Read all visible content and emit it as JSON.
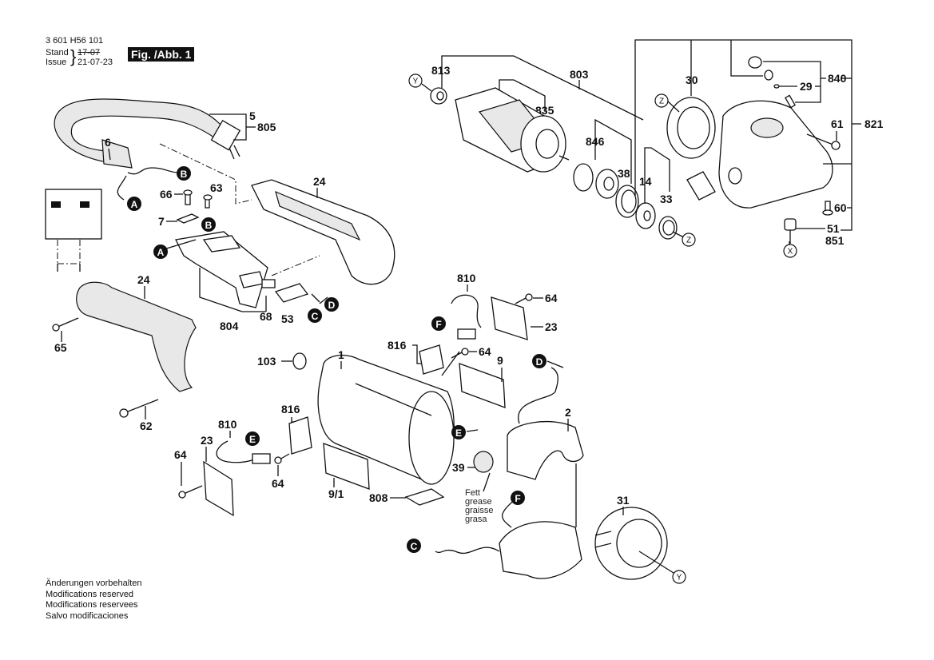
{
  "header": {
    "part_number": "3 601 H56 101",
    "stand_label": "Stand",
    "issue_label": "Issue",
    "stand_date_struck": "17-07",
    "issue_date": "21-07-23",
    "figure_label": "Fig. /Abb. 1"
  },
  "footer_notes": [
    "Änderungen vorbehalten",
    "Modifications reserved",
    "Modifications reservees",
    "Salvo modificaciones"
  ],
  "grease_note": [
    "Fett",
    "grease",
    "graisse",
    "grasa"
  ],
  "part_labels": {
    "p5": "5",
    "p805": "805",
    "p6": "6",
    "p66": "66",
    "p63": "63",
    "p7": "7",
    "p24_top": "24",
    "p24_left": "24",
    "p65": "65",
    "p62": "62",
    "p804": "804",
    "p68": "68",
    "p53": "53",
    "p813": "813",
    "p803": "803",
    "p835": "835",
    "p846": "846",
    "p38": "38",
    "p14": "14",
    "p33": "33",
    "p30": "30",
    "p840": "840",
    "p29": "29",
    "p821": "821",
    "p61": "61",
    "p60": "60",
    "p51": "51",
    "p851": "851",
    "p810_top": "810",
    "p64_a": "64",
    "p23_top": "23",
    "p816_top": "816",
    "p64_b": "64",
    "p9": "9",
    "p1": "1",
    "p103": "103",
    "p2": "2",
    "p816_low": "816",
    "p810_low": "810",
    "p23_low": "23",
    "p64_c": "64",
    "p64_d": "64",
    "p9_1": "9/1",
    "p808": "808",
    "p39": "39",
    "p31": "31"
  },
  "connection_markers": {
    "filled": [
      "A",
      "B",
      "C",
      "D",
      "E",
      "F"
    ],
    "outlined": [
      "X",
      "Y",
      "Z"
    ]
  }
}
